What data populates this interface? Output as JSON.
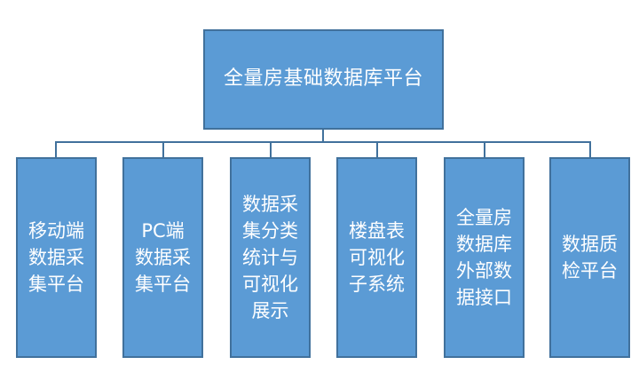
{
  "root": {
    "label": "全量房基础数据库平台"
  },
  "children": [
    {
      "label": "移动端数据采集平台"
    },
    {
      "label": "PC端数据采集平台"
    },
    {
      "label": "数据采集分类统计与可视化展示"
    },
    {
      "label": "楼盘表可视化子系统"
    },
    {
      "label": "全量房数据库外部数据接口"
    },
    {
      "label": "数据质检平台"
    }
  ],
  "colors": {
    "box_fill": "#5b9bd5",
    "box_border": "#41719c",
    "connector": "#41719c",
    "text": "#ffffff"
  }
}
